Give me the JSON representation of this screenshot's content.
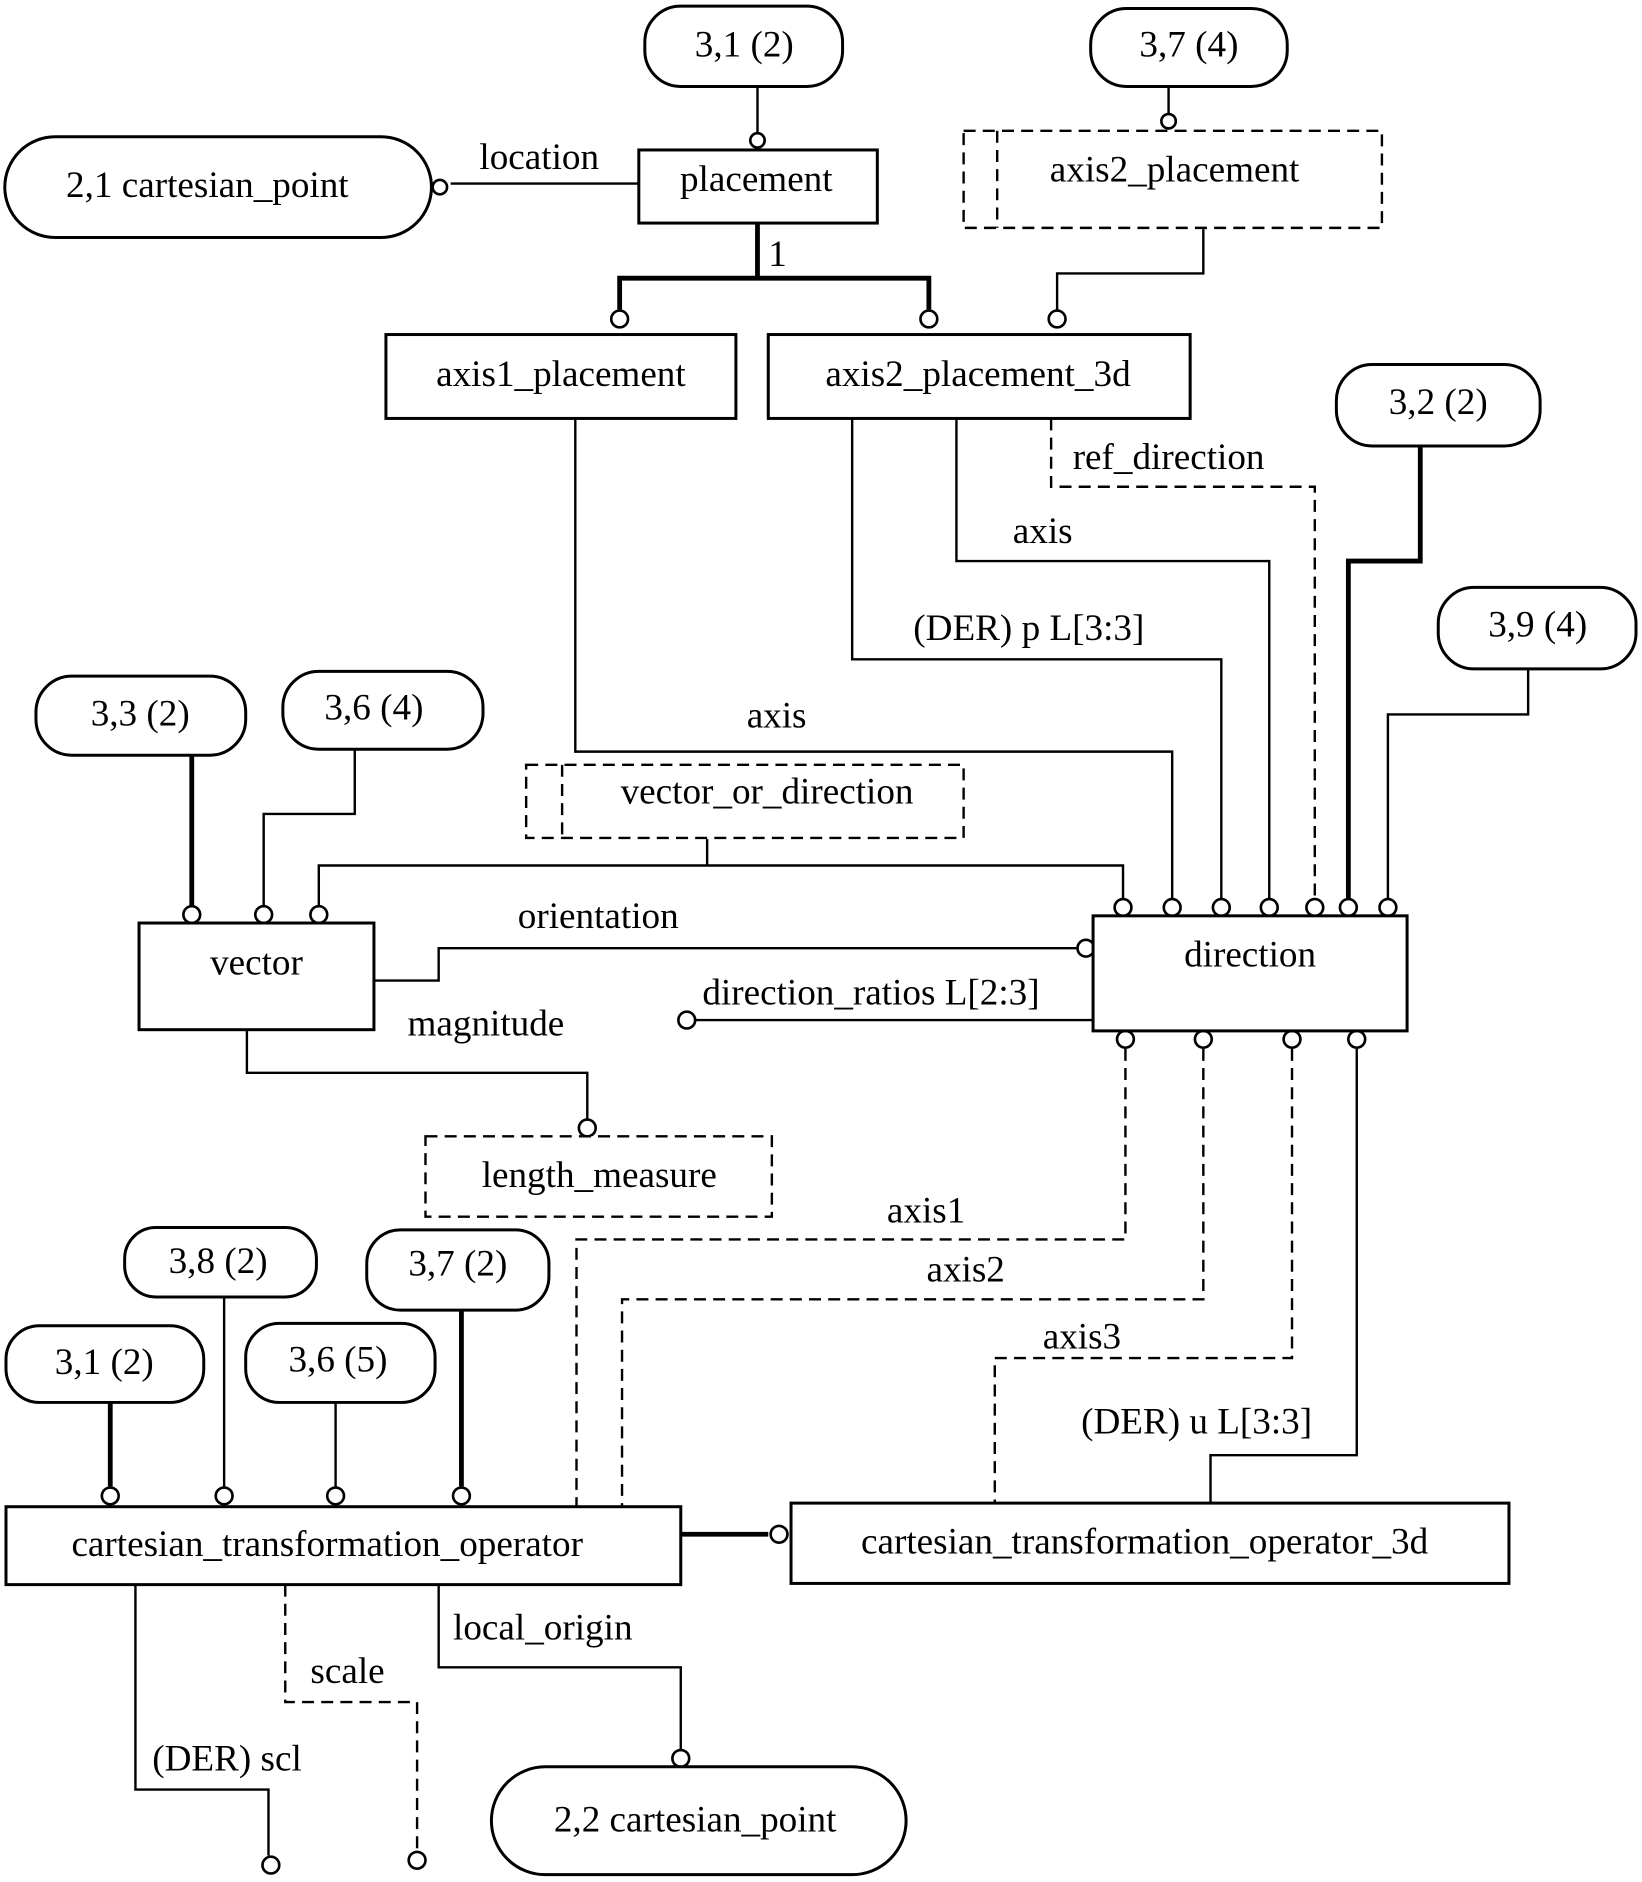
{
  "diagram": {
    "type": "EXPRESS-G entity diagram",
    "entities": {
      "placement": "placement",
      "axis1_placement": "axis1_placement",
      "axis2_placement_3d": "axis2_placement_3d",
      "vector": "vector",
      "direction": "direction",
      "cto": "cartesian_transformation_operator",
      "cto_3d": "cartesian_transformation_operator_3d"
    },
    "select_types": {
      "axis2_placement": "axis2_placement",
      "vector_or_direction": "vector_or_direction"
    },
    "defined_types": {
      "length_measure": "length_measure"
    },
    "page_refs": {
      "ref_31_top": "3,1 (2)",
      "ref_37_top": "3,7 (4)",
      "ref_21": "2,1 cartesian_point",
      "ref_32": "3,2 (2)",
      "ref_39": "3,9 (4)",
      "ref_33": "3,3 (2)",
      "ref_36_4": "3,6 (4)",
      "ref_38": "3,8 (2)",
      "ref_37_2": "3,7 (2)",
      "ref_31_bottom": "3,1 (2)",
      "ref_36_5": "3,6 (5)",
      "ref_22": "2,2 cartesian_point"
    },
    "relation_labels": {
      "location": "location",
      "one": "1",
      "ref_direction": "ref_direction",
      "axis_a2p3d": "axis",
      "der_p": "(DER) p L[3:3]",
      "axis_a1p": "axis",
      "orientation": "orientation",
      "magnitude": "magnitude",
      "direction_ratios": "direction_ratios L[2:3]",
      "axis1": "axis1",
      "axis2": "axis2",
      "axis3": "axis3",
      "der_u": "(DER) u L[3:3]",
      "local_origin": "local_origin",
      "scale": "scale",
      "der_scl": "(DER) scl"
    }
  }
}
